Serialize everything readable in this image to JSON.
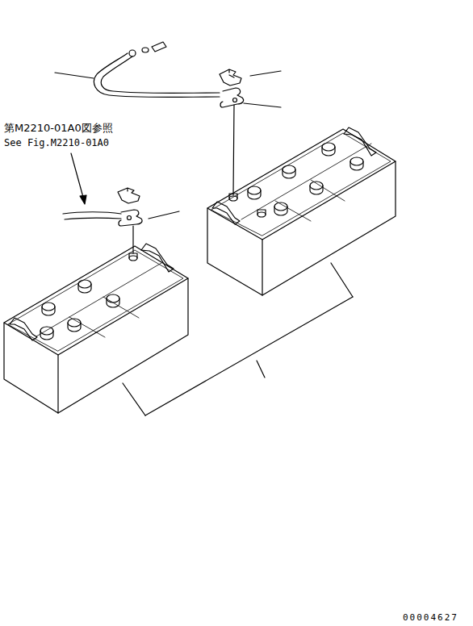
{
  "diagram": {
    "labels": [
      "第M2210-01A0図参照",
      "See Fig.M2210-01A0",
      "00004627"
    ]
  }
}
